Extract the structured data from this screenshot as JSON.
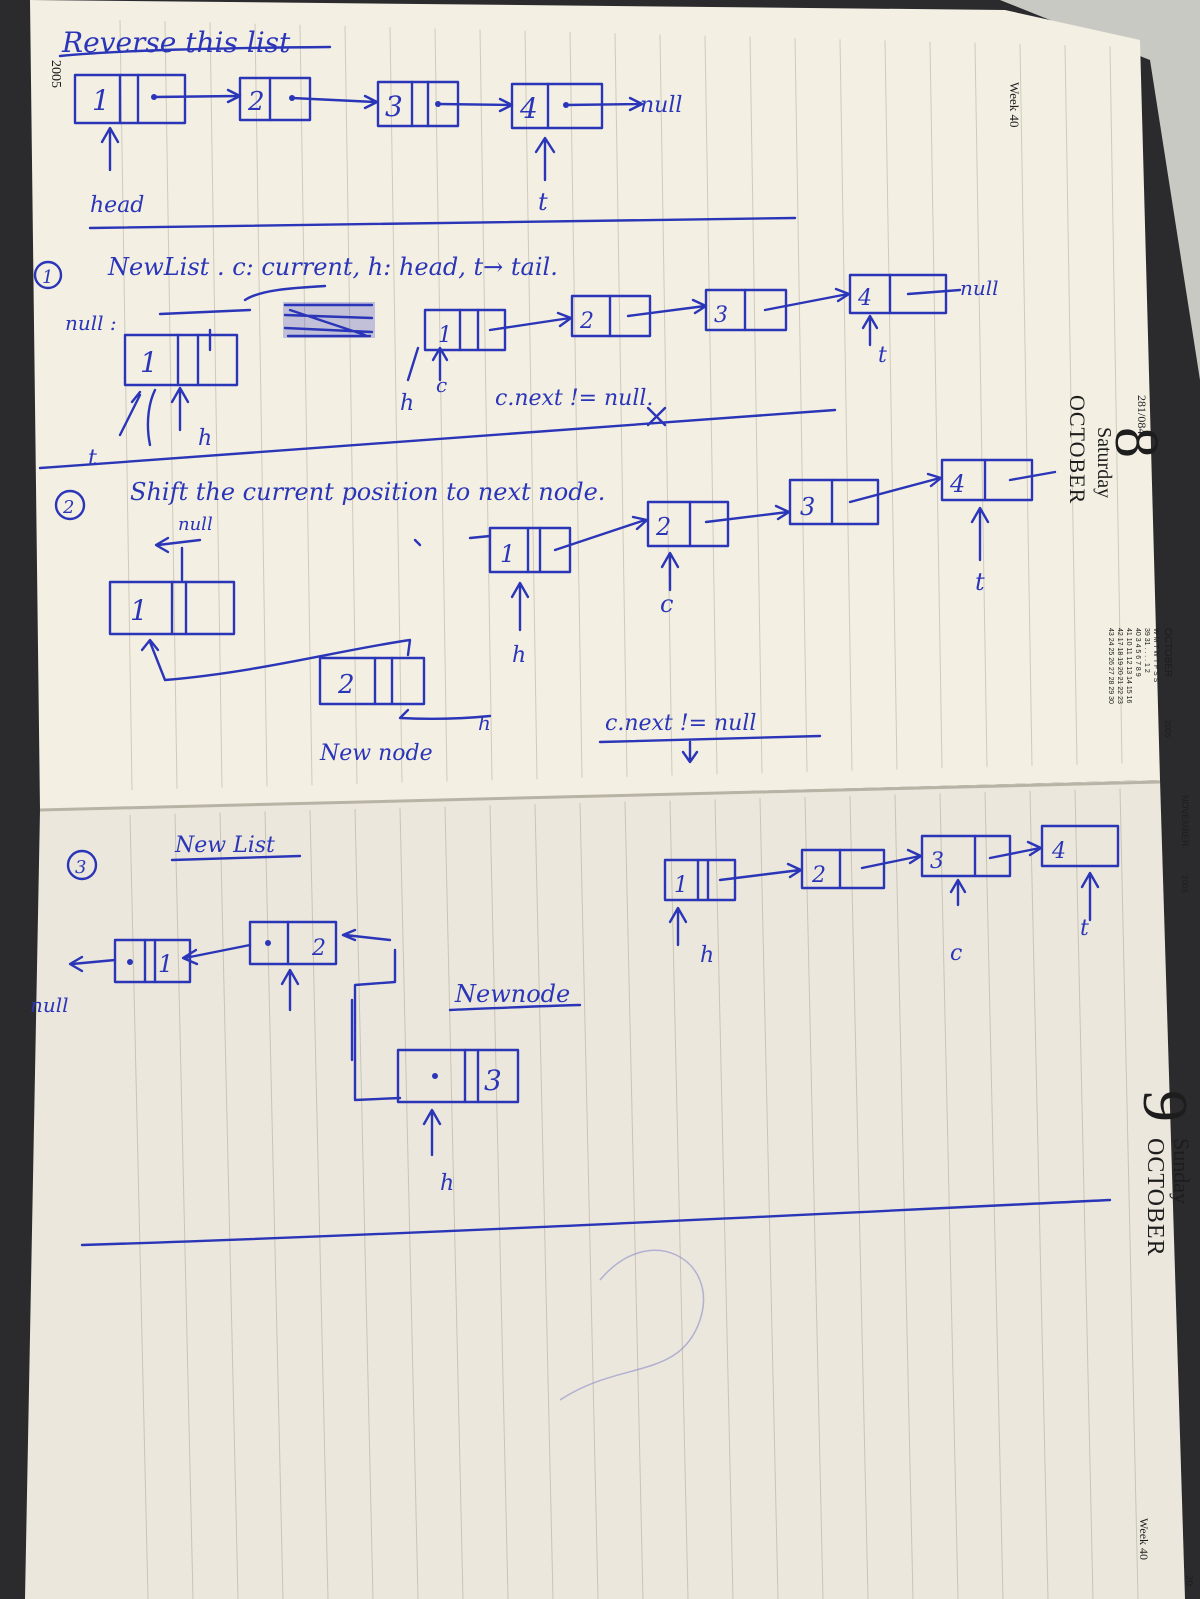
{
  "page_top": {
    "year_margin": "2005",
    "week_label": "Week 40",
    "date": {
      "day_number": "8",
      "weekday": "Saturday",
      "day_of_year": "281/084",
      "month": "OCTOBER"
    },
    "mini_calendar": {
      "title": "OCTOBER",
      "year": "2005",
      "header": "W  M  T  W  T  F  S  S",
      "rows": [
        "39 31  .  .  .  .  1  2",
        "40  3  4  5  6  7  8  9",
        "41 10 11 12 13 14 15 16",
        "42 17 18 19 20 21 22 23",
        "43 24 25 26 27 28 29 30"
      ]
    }
  },
  "page_bottom": {
    "week_label": "Week 40",
    "date": {
      "day_number": "9",
      "weekday": "Sunday",
      "month": "OCTOBER"
    },
    "mini_calendar": {
      "title": "NOVEMBER",
      "year": "2005"
    },
    "corner_number": "20"
  },
  "notes": {
    "title": "Reverse this list",
    "list_nodes": [
      "1",
      "2",
      "3",
      "4"
    ],
    "null": "null",
    "head_label": "head",
    "tail_label": "t",
    "step1": {
      "number": "1",
      "legend": "NewList . c: current, h: head, t→ tail.",
      "null_colon": "null :",
      "h": "h",
      "c": "c",
      "t": "t",
      "condition": "c.next != null."
    },
    "step2": {
      "number": "2",
      "caption": "Shift the current position to next node.",
      "h": "h",
      "c": "c",
      "t": "t",
      "new_node_label": "New node",
      "condition": "c.next != null"
    },
    "step3": {
      "number": "3",
      "caption": "New List",
      "new_node_label": "Newnode",
      "h": "h",
      "c": "c",
      "t": "t"
    }
  }
}
